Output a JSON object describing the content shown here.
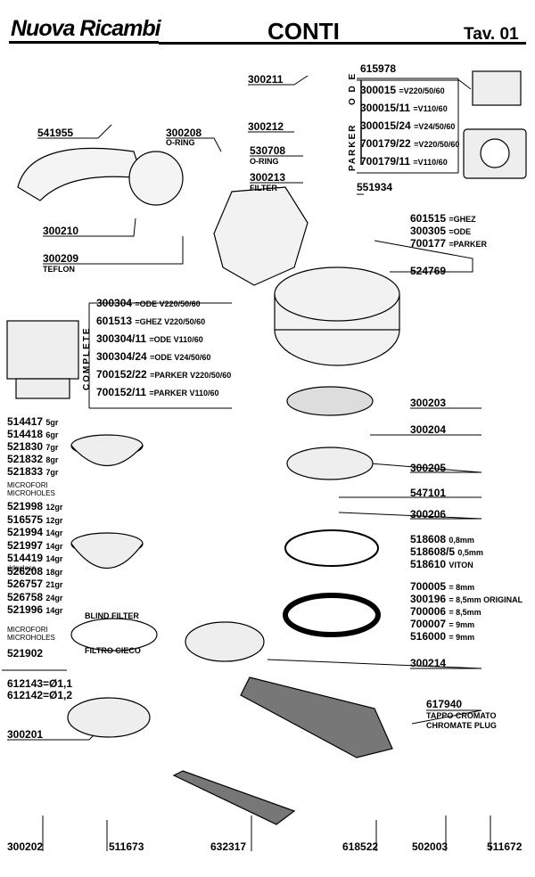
{
  "header": {
    "brand": "Nuova Ricambi",
    "model": "CONTI",
    "table": "Tav. 01"
  },
  "parts": {
    "p615978": "615978",
    "p300211": "300211",
    "p300212": "300212",
    "p541955": "541955",
    "p300208": "300208",
    "oring1": "O-RING",
    "p530708": "530708",
    "oring2": "O-RING",
    "p300213": "300213",
    "filter": "FILTER",
    "p551934": "551934",
    "p300210": "300210",
    "p300209": "300209",
    "teflon": "TEFLON",
    "p524769": "524769",
    "p300203": "300203",
    "p300204": "300204",
    "p300205": "300205",
    "p547101": "547101",
    "p300206": "300206",
    "p300214": "300214",
    "p617940": "617940",
    "chrome_it": "TAPPO CROMATO",
    "chrome_en": "CHROMATE PLUG",
    "p300201": "300201",
    "p300202": "300202",
    "p511673": "511673",
    "p632317": "632317",
    "p618522": "618522",
    "p502003": "502003",
    "p511672": "511672",
    "p521902": "521902",
    "blind_en": "BLIND FILTER",
    "blind_it": "FILTRO CIECO",
    "p612143": "612143=Ø1,1",
    "p612142": "612142=Ø1,2"
  },
  "coils": {
    "ode_label": "O D E",
    "parker_label": "PARKER",
    "rows": [
      {
        "code": "300015",
        "spec": "=V220/50/60"
      },
      {
        "code": "300015/11",
        "spec": "=V110/60"
      },
      {
        "code": "300015/24",
        "spec": "=V24/50/60"
      },
      {
        "code": "700179/22",
        "spec": "=V220/50/60"
      },
      {
        "code": "700179/11",
        "spec": "=V110/60"
      }
    ]
  },
  "valve_body": {
    "rows": [
      {
        "code": "601515",
        "spec": "=GHEZ"
      },
      {
        "code": "300305",
        "spec": "=ODE"
      },
      {
        "code": "700177",
        "spec": "=PARKER"
      }
    ]
  },
  "solenoid_complete": {
    "label": "COMPLETE",
    "rows": [
      {
        "code": "300304",
        "spec": "=ODE V220/50/60"
      },
      {
        "code": "601513",
        "spec": "=GHEZ V220/50/60"
      },
      {
        "code": "300304/11",
        "spec": "=ODE V110/60"
      },
      {
        "code": "300304/24",
        "spec": "=ODE V24/50/60"
      },
      {
        "code": "700152/22",
        "spec": "=PARKER V220/50/60"
      },
      {
        "code": "700152/11",
        "spec": "=PARKER V110/60"
      }
    ]
  },
  "filters_single": {
    "rows": [
      {
        "code": "514417",
        "spec": "5gr"
      },
      {
        "code": "514418",
        "spec": "6gr"
      },
      {
        "code": "521830",
        "spec": "7gr"
      },
      {
        "code": "521832",
        "spec": "8gr"
      },
      {
        "code": "521833",
        "spec": "7gr"
      }
    ],
    "note1": "MICROFORI",
    "note2": "MICROHOLES"
  },
  "filters_double": {
    "rows": [
      {
        "code": "521998",
        "spec": "12gr"
      },
      {
        "code": "516575",
        "spec": "12gr"
      },
      {
        "code": "521994",
        "spec": "14gr"
      },
      {
        "code": "521997",
        "spec": "14gr"
      },
      {
        "code": "514419",
        "spec": "14gr"
      },
      {
        "code": "526208",
        "spec": "18gr"
      },
      {
        "code": "526757",
        "spec": "21gr"
      },
      {
        "code": "526758",
        "spec": "24gr"
      },
      {
        "code": "521996",
        "spec": "14gr"
      }
    ],
    "ridgeless": "ridgeless",
    "note1": "MICROFORI",
    "note2": "MICROHOLES"
  },
  "gaskets_thin": {
    "rows": [
      {
        "code": "518608",
        "spec": "0,8mm"
      },
      {
        "code": "518608/5",
        "spec": "0,5mm"
      },
      {
        "code": "518610",
        "spec": "VITON"
      }
    ]
  },
  "gaskets_thick": {
    "rows": [
      {
        "code": "700005",
        "spec": "= 8mm"
      },
      {
        "code": "300196",
        "spec": "= 8,5mm ORIGINAL"
      },
      {
        "code": "700006",
        "spec": "= 8,5mm"
      },
      {
        "code": "700007",
        "spec": "= 9mm"
      },
      {
        "code": "516000",
        "spec": "= 9mm"
      }
    ]
  }
}
